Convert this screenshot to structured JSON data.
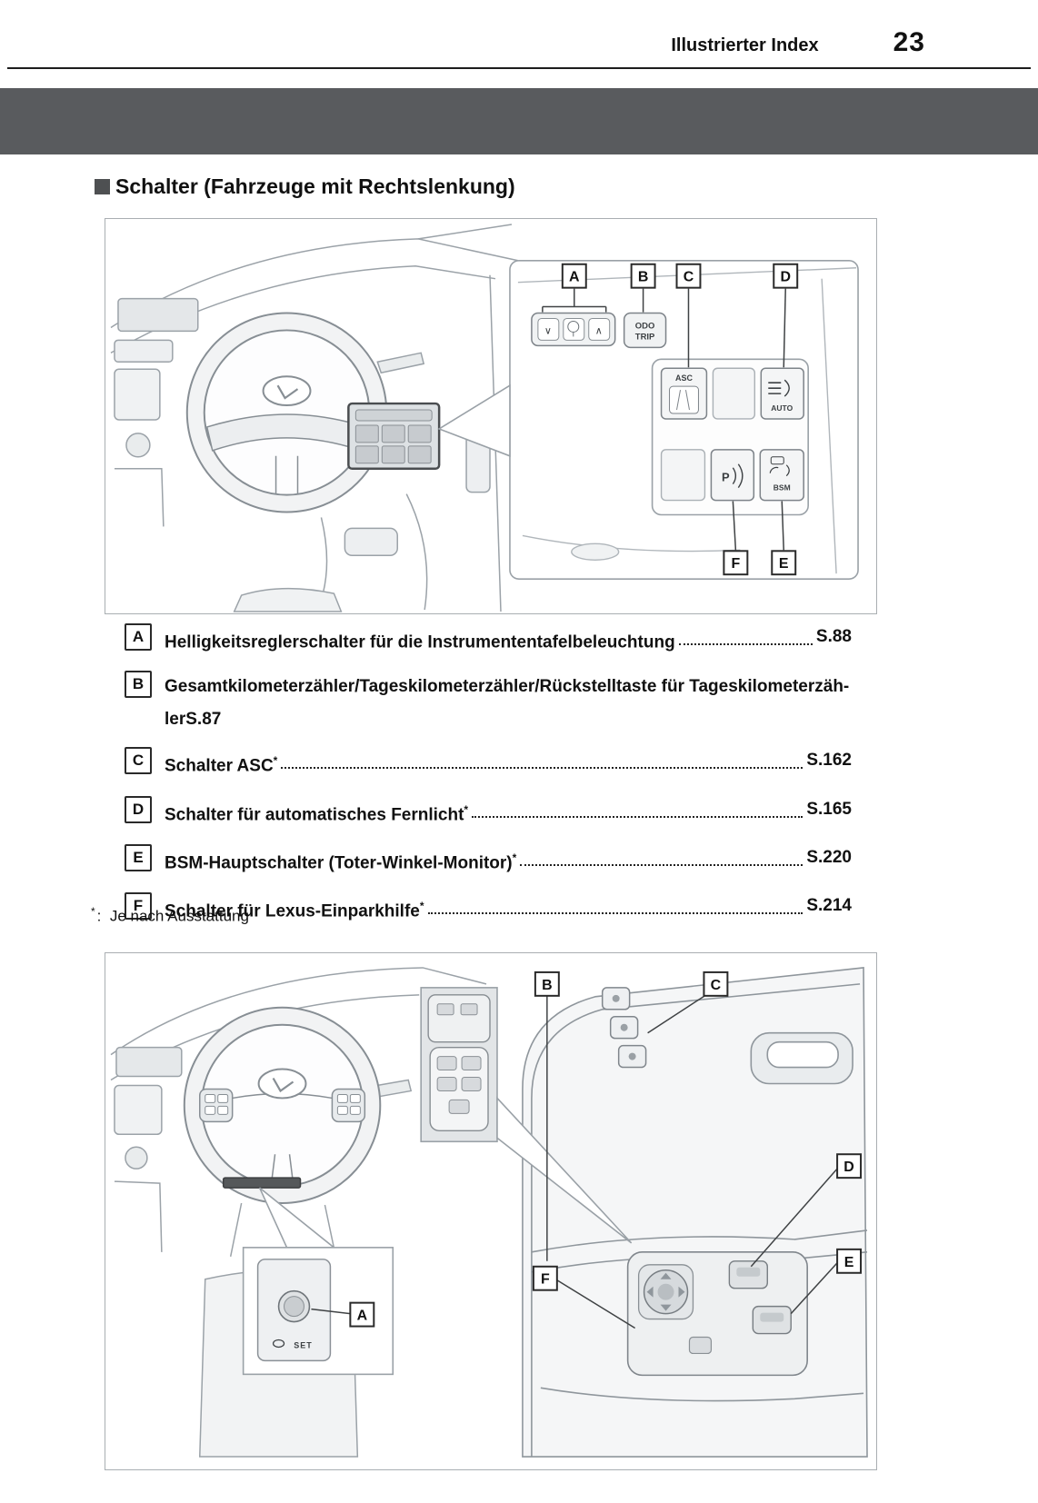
{
  "header": {
    "title": "Illustrierter Index",
    "page_number": "23"
  },
  "section": {
    "title": "Schalter (Fahrzeuge mit Rechtslenkung)"
  },
  "legend": {
    "items": [
      {
        "key": "A",
        "text": "Helligkeitsreglerschalter für die Instrumententafelbeleuchtung",
        "page": "S.88"
      },
      {
        "key": "B",
        "line1": "Gesamtkilometerzähler/Tageskilometerzähler/Rückstelltaste für Tageskilometerzäh-",
        "line2": "ler",
        "page": "S.87"
      },
      {
        "key": "C",
        "text": "Schalter ASC",
        "asterisk": "*",
        "page": "S.162"
      },
      {
        "key": "D",
        "text": "Schalter für automatisches Fernlicht",
        "asterisk": "*",
        "page": "S.165"
      },
      {
        "key": "E",
        "text": "BSM-Hauptschalter (Toter-Winkel-Monitor)",
        "asterisk": "*",
        "page": "S.220"
      },
      {
        "key": "F",
        "text": "Schalter für Lexus-Einparkhilfe",
        "asterisk": "*",
        "page": "S.214"
      }
    ]
  },
  "footnote": {
    "star": "*",
    "text": ":  Je nach Ausstattung"
  },
  "figure1": {
    "labels": {
      "a": "A",
      "b": "B",
      "c": "C",
      "d": "D",
      "e": "E",
      "f": "F"
    },
    "switch_text": {
      "down": "∨",
      "up": "∧",
      "odo": "ODO",
      "trip": "TRIP",
      "asc": "ASC",
      "auto": "AUTO",
      "p": "P",
      "bsm": "BSM"
    }
  },
  "figure2": {
    "labels": {
      "a": "A",
      "b": "B",
      "c": "C",
      "d": "D",
      "e": "E",
      "f": "F"
    },
    "set_label": "SET"
  }
}
